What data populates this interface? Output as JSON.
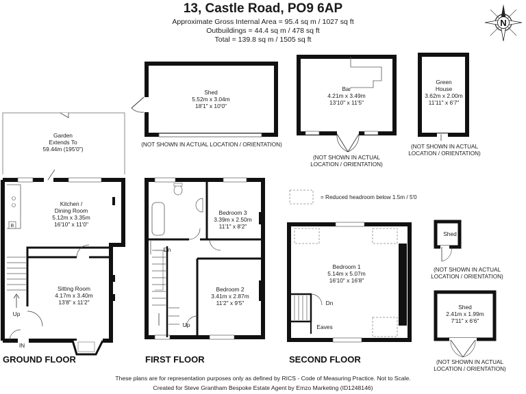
{
  "header": {
    "title": "13, Castle Road, PO9 6AP",
    "gross_internal_area": "Approximate Gross Internal Area = 95.4 sq m / 1027 sq ft",
    "outbuildings": "Outbuildings = 44.4 sq m / 478 sq ft",
    "total": "Total = 139.8 sq m / 1505 sq ft"
  },
  "compass": {
    "label": "N"
  },
  "legend": {
    "text": "= Reduced headroom below 1.5m / 5'0"
  },
  "not_shown_note": "(NOT SHOWN IN ACTUAL LOCATION / ORIENTATION)",
  "not_shown_line1": "(NOT SHOWN IN ACTUAL",
  "not_shown_line2": "LOCATION / ORIENTATION)",
  "outbuildings_plans": {
    "shed_large": {
      "name": "Shed",
      "metric": "5.52m x 3.04m",
      "imperial": "18'1\" x 10'0\""
    },
    "bar": {
      "name": "Bar",
      "metric": "4.21m x 3.49m",
      "imperial": "13'10\" x 11'5\""
    },
    "green_house": {
      "name_line1": "Green",
      "name_line2": "House",
      "metric": "3.62m x 2.00m",
      "imperial": "11'11\" x 6'7\""
    },
    "shed_small": {
      "name": "Shed"
    },
    "shed_medium": {
      "name": "Shed",
      "metric": "2.41m x 1.99m",
      "imperial": "7'11\" x 6'6\""
    }
  },
  "garden": {
    "line1": "Garden",
    "line2": "Extends To",
    "measure": "59.44m (195'0\")"
  },
  "ground_floor": {
    "label": "GROUND FLOOR",
    "kitchen": {
      "line1": "Kitchen /",
      "line2": "Dining Room",
      "metric": "5.12m x 3.35m",
      "imperial": "16'10\" x 11'0\""
    },
    "sitting": {
      "name": "Sitting Room",
      "metric": "4.17m x 3.40m",
      "imperial": "13'8\" x 11'2\""
    },
    "up": "Up",
    "in": "IN",
    "boiler": "B"
  },
  "first_floor": {
    "label": "FIRST FLOOR",
    "bedroom3": {
      "name": "Bedroom 3",
      "metric": "3.39m x 2.50m",
      "imperial": "11'1\" x 8'2\""
    },
    "bedroom2": {
      "name": "Bedroom 2",
      "metric": "3.41m x 2.87m",
      "imperial": "11'2\" x 9'5\""
    },
    "dn": "Dn",
    "up": "Up"
  },
  "second_floor": {
    "label": "SECOND FLOOR",
    "bedroom1": {
      "name": "Bedroom 1",
      "metric": "5.14m x 5.07m",
      "imperial": "16'10\" x 16'8\""
    },
    "dn": "Dn",
    "eaves": "Eaves"
  },
  "footer": {
    "line1": "These plans are for representation purposes only as defined by RICS - Code of Measuring Practice. Not to Scale.",
    "line2": "Created for Steve Grantham Bespoke Estate Agent by Emzo Marketing (ID1248146)"
  }
}
